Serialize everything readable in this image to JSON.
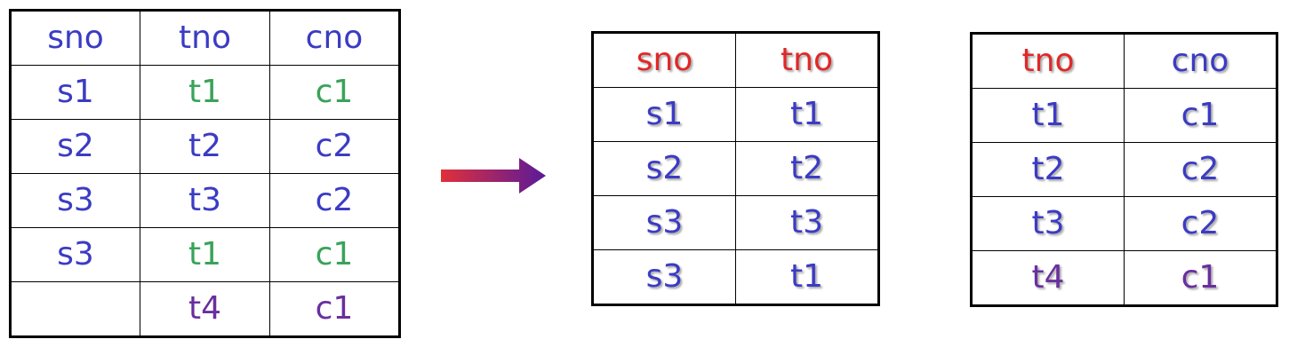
{
  "colors": {
    "blue": "#3b3bc4",
    "green": "#3aa35a",
    "purple": "#6a2f9e",
    "red": "#e02828",
    "arrow_start": "#e0303a",
    "arrow_end": "#5a1a9a"
  },
  "icons": {
    "arrow": "right-arrow-icon"
  },
  "source_table": {
    "headers": [
      {
        "text": "sno",
        "color": "blue"
      },
      {
        "text": "tno",
        "color": "blue"
      },
      {
        "text": "cno",
        "color": "blue"
      }
    ],
    "rows": [
      [
        {
          "text": "s1",
          "color": "blue"
        },
        {
          "text": "t1",
          "color": "green"
        },
        {
          "text": "c1",
          "color": "green"
        }
      ],
      [
        {
          "text": "s2",
          "color": "blue"
        },
        {
          "text": "t2",
          "color": "blue"
        },
        {
          "text": "c2",
          "color": "blue"
        }
      ],
      [
        {
          "text": "s3",
          "color": "blue"
        },
        {
          "text": "t3",
          "color": "blue"
        },
        {
          "text": "c2",
          "color": "blue"
        }
      ],
      [
        {
          "text": "s3",
          "color": "blue"
        },
        {
          "text": "t1",
          "color": "green"
        },
        {
          "text": "c1",
          "color": "green"
        }
      ],
      [
        {
          "text": "",
          "color": "blue"
        },
        {
          "text": "t4",
          "color": "purple"
        },
        {
          "text": "c1",
          "color": "purple"
        }
      ]
    ]
  },
  "result_table_1": {
    "headers": [
      {
        "text": "sno",
        "color": "red"
      },
      {
        "text": "tno",
        "color": "red"
      }
    ],
    "rows": [
      [
        {
          "text": "s1",
          "color": "blue"
        },
        {
          "text": "t1",
          "color": "blue"
        }
      ],
      [
        {
          "text": "s2",
          "color": "blue"
        },
        {
          "text": "t2",
          "color": "blue"
        }
      ],
      [
        {
          "text": "s3",
          "color": "blue"
        },
        {
          "text": "t3",
          "color": "blue"
        }
      ],
      [
        {
          "text": "s3",
          "color": "blue"
        },
        {
          "text": "t1",
          "color": "blue"
        }
      ]
    ]
  },
  "result_table_2": {
    "headers": [
      {
        "text": "tno",
        "color": "red"
      },
      {
        "text": "cno",
        "color": "blue"
      }
    ],
    "rows": [
      [
        {
          "text": "t1",
          "color": "blue"
        },
        {
          "text": "c1",
          "color": "blue"
        }
      ],
      [
        {
          "text": "t2",
          "color": "blue"
        },
        {
          "text": "c2",
          "color": "blue"
        }
      ],
      [
        {
          "text": "t3",
          "color": "blue"
        },
        {
          "text": "c2",
          "color": "blue"
        }
      ],
      [
        {
          "text": "t4",
          "color": "purple"
        },
        {
          "text": "c1",
          "color": "purple"
        }
      ]
    ]
  }
}
